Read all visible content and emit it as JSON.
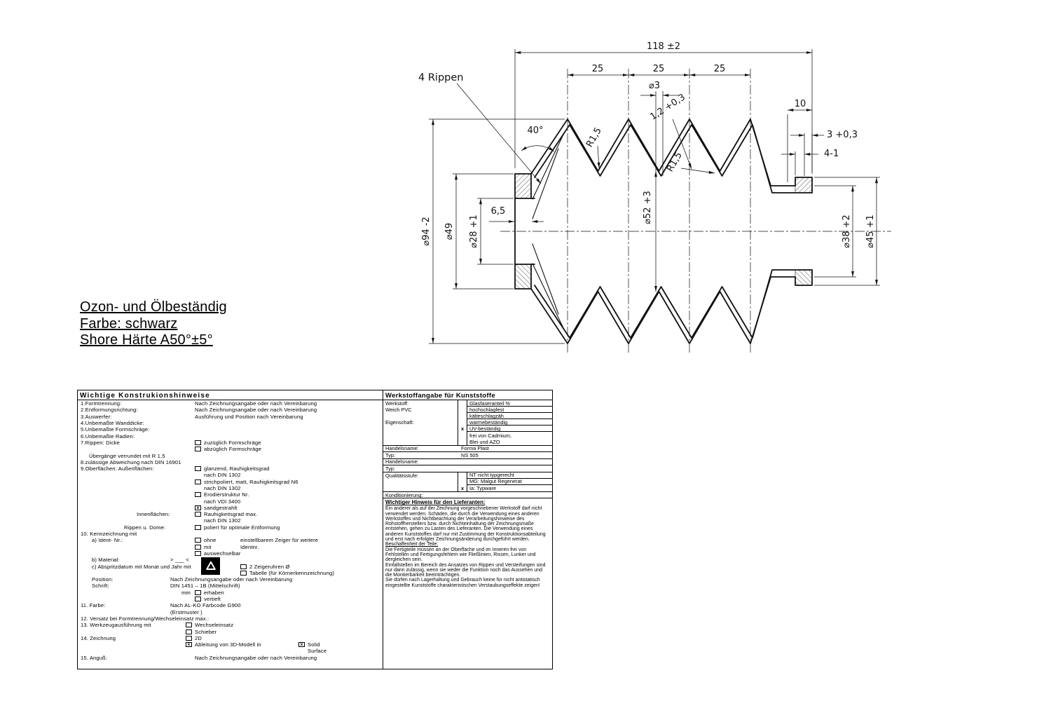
{
  "notes": {
    "line1": "Ozon- und Ölbeständig",
    "line2": "Farbe: schwarz",
    "line3": "Shore Härte A50°±5°"
  },
  "icons": {
    "material_marking": "recycle-icon"
  },
  "drawing": {
    "label_rippen": "4 Rippen",
    "dim_overall": "118 ±2",
    "dim_pitch": "25",
    "dim_hole": "⌀3",
    "dim_wall": "1,2 +0,3",
    "dim_neck": "10",
    "dim_collar_a": "3 +0,3",
    "dim_collar_b": "4-1",
    "dim_cone_angle": "40°",
    "dim_radius": "R1,5",
    "dim_d94": "⌀94 -2",
    "dim_d49": "⌀49",
    "dim_d28": "⌀28 +1",
    "dim_end_wall": "6,5",
    "dim_d52": "⌀52 +3",
    "dim_d38": "⌀38 +2",
    "dim_d45": "⌀45 +1"
  },
  "konstruktion": {
    "title": "Wichtige Konstrukionshinweise",
    "rows": [
      {
        "l": "1.Formtrennung:",
        "v": "Nach Zeichnungsangabe oder nach Vereinbarung"
      },
      {
        "l": "2.Entformungsrichtung:",
        "v": "Nach Zeichnungsangabe oder nach Vereinbarung"
      },
      {
        "l": "3.Auswerfer:",
        "v": "Ausführung und Position nach Vereinbarung"
      },
      {
        "l": "4.Unbemaßte Wanddicke:"
      },
      {
        "l": "5.Unbemaßte Formschräge:"
      },
      {
        "l": "6.Unbemaßte Radien:"
      },
      {
        "l": "7.Rippen: Dicke",
        "cb": "",
        "v": "zuzüglich Formschräge"
      },
      {
        "cb": "",
        "v": "abzüglich Formschräge"
      },
      {
        "l": "Übergänge verrundet mit R 1,5"
      },
      {
        "l": "8.zulässige Abweichung nach DIN 16901"
      },
      {
        "l": "9.Oberflächen: Außenflächen:",
        "cb": "",
        "v": "glanzend, Rauhigkeitsgrad"
      },
      {
        "v": "nach DIN 1302"
      },
      {
        "cb": "",
        "v": "strichpoliert, matt, Rauhigkeitsgrad N6"
      },
      {
        "v": "nach DIN 1302"
      },
      {
        "cb": "",
        "v": "Erodierstruktur Nr."
      },
      {
        "v": "nach VDI 3400"
      },
      {
        "cb": "x",
        "v": "sandgestrahlt"
      },
      {
        "l": "Innenflächen:",
        "cb": "",
        "v": "Rauhigkeitsgrad max."
      },
      {
        "v": "nach DIN 1302"
      },
      {
        "l": "Rippen u. Dome:",
        "cb": "",
        "v": "poliert für optimale Entformung"
      },
      {
        "l": "10. Kennzeichnung mit"
      },
      {
        "l": "a) Ident- Nr.:",
        "cb": "",
        "v": "ohne",
        "v2": "einstellbarem Zeiger für weitere"
      },
      {
        "cb": "",
        "v": "mit",
        "v2": "Identnr."
      },
      {
        "cb": "",
        "v": "auswechselbar"
      },
      {
        "l": "b) Material:",
        "v": "> ___ <"
      },
      {
        "l": "c) Abspritzdatum mit Monat und Jahr mit",
        "cb": "",
        "v": "2 Zeigeruhren Ø"
      },
      {
        "cb": "",
        "v": "Tabelle (für Körnerkennzeichnung)"
      },
      {
        "l": "Position:",
        "v": "Nach Zeichnungsangabe oder nach Vereinbarung"
      },
      {
        "l": "Schrift:",
        "v": "DIN 1451 – 1B (Mittelschrift)"
      },
      {
        "l": "mm",
        "cb": "",
        "v": "erhaben"
      },
      {
        "cb": "",
        "v": "vertieft"
      },
      {
        "l": "11. Farbe:",
        "v": "Nach AL-KO Farbcode G900"
      },
      {
        "v": "(Erstmuster )"
      },
      {
        "l": "12. Versatz bei Formtrennung/Wechseleinsatz max.:"
      },
      {
        "l": "13. Werkzeugausführung mit",
        "cb": "",
        "v": "Wechseleinsatz"
      },
      {
        "cb": "",
        "v": "Schieber"
      },
      {
        "l": "14. Zeichnung",
        "cb": "",
        "v": "2D"
      },
      {
        "cb": "x",
        "v": "Ableitung von 3D-Modell in",
        "cb2": "x",
        "v2": "Solid"
      },
      {
        "v2": "Surface"
      },
      {
        "l": "15. Anguß:",
        "v": "Nach Zeichnungsangabe oder nach Vereinbarung"
      }
    ]
  },
  "werkstoff": {
    "title": "Werkstoffangabe für Kunststoffe",
    "top": {
      "labels": [
        "Werkstoff:",
        "Weich PVC",
        "",
        "Eigenschaft:",
        "",
        "",
        ""
      ],
      "checks": [
        "",
        "",
        "",
        "",
        "x",
        "",
        ""
      ],
      "values": [
        "Glasfaseranteil %",
        "hochschlagfest",
        "kälteschlagzäh",
        "warmebeständig",
        "UV-beständig",
        "frei von Cadmium,",
        "Blei und AZO"
      ]
    },
    "trade": [
      {
        "l": "Handelsname:",
        "v": "Forma Plast"
      },
      {
        "l": "Typ:",
        "v": "NS 505"
      },
      {
        "l": "Handelsname:",
        "v": ""
      },
      {
        "l": "Typ:",
        "v": ""
      }
    ],
    "quality": {
      "label": "Qualitätsstufe:",
      "checks": [
        "",
        "",
        "x"
      ],
      "values": [
        "NT nicht typgerecht",
        "MG: Malgut Regenerat",
        "Ia: Typware"
      ]
    },
    "konditionierung": "Konditionierung:",
    "hinweis_title": "Wichtiger Hinweis für den Lieferanten:",
    "p1": "Ein anderer als auf der Zeichnung vorgeschriebener Werkstoff darf nicht verwendet werden. Schäden, die durch die Verwendung eines anderen Werkstoffes und Nichtbeachtung der Verarbeitungshinweise des Rohstoffherstellers bzw. durch Nichteinhaltung der Zeichnungsmaße entstehen, gehen zu Lasten des Lieferanten. Die Verwendung eines anderen Kunststoffes darf nur mit Zustimmung der Konstruktionsabteilung und erst nach erfolgter Zeichnungsänderung durchgeführt werden.",
    "sub": "Beschaffenheit der Teile:",
    "p2": "Die Fertigteile müssen an der Oberfläche und im Inneren frei von Fehlstellen und Fertigungsfehlern wie Fließlinien, Rissen, Lunker und dergleichen sein.",
    "p3": "Einfallstellen im Bereich des Ansatzes von Rippen und Versteifungen sind nur dann zulässig, wenn sie weder die Funktion noch das Aussehen und die Montierbarkeit beeinträchtigen.",
    "p4": "Sie dürfen nach Lagerhaltung und Gebrauch keine für nicht antistatisch eingestellte Kunststoffe charakteristischen Verstaubungseffekte zeigen!"
  }
}
